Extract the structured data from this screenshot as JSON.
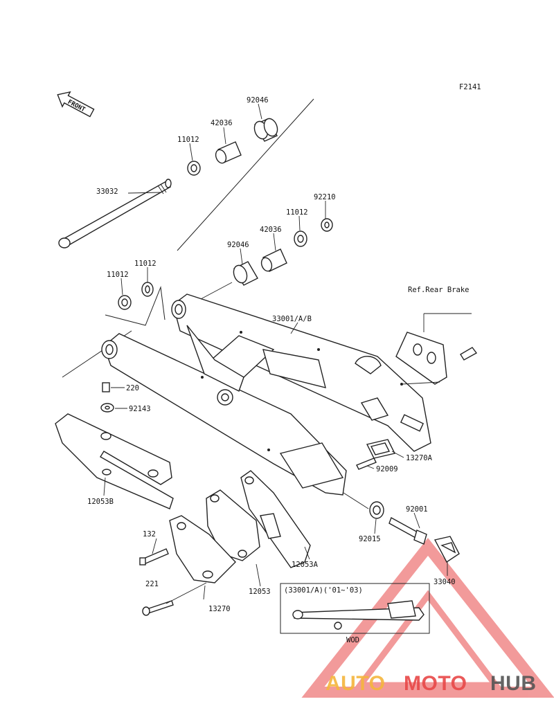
{
  "diagram": {
    "figure_id": "F2141",
    "front_arrow": "FRONT",
    "ref_note": "Ref.Rear Brake",
    "inset_label": "(33001/A)('01~'03)",
    "inset_footer": "WOD",
    "parts": {
      "p92046a": "92046",
      "p42036a": "42036",
      "p11012a": "11012",
      "p33032": "33032",
      "p92210": "92210",
      "p11012b": "11012",
      "p42036b": "42036",
      "p92046b": "92046",
      "p11012c": "11012",
      "p11012d": "11012",
      "p33001": "33001/A/B",
      "p220": "220",
      "p92143": "92143",
      "p12053B": "12053B",
      "p13270A": "13270A",
      "p92009": "92009",
      "p92001": "92001",
      "p92015": "92015",
      "p12053A": "12053A",
      "p132": "132",
      "p33040": "33040",
      "p12053": "12053",
      "p221": "221",
      "p13270": "13270"
    }
  },
  "watermark": {
    "auto": "AUTO",
    "moto": "MOTO",
    "hub": "HUB",
    "colors": {
      "auto": "#f5b53d",
      "moto": "#e84848",
      "hub": "#555555",
      "triangle": "#e84848"
    }
  }
}
